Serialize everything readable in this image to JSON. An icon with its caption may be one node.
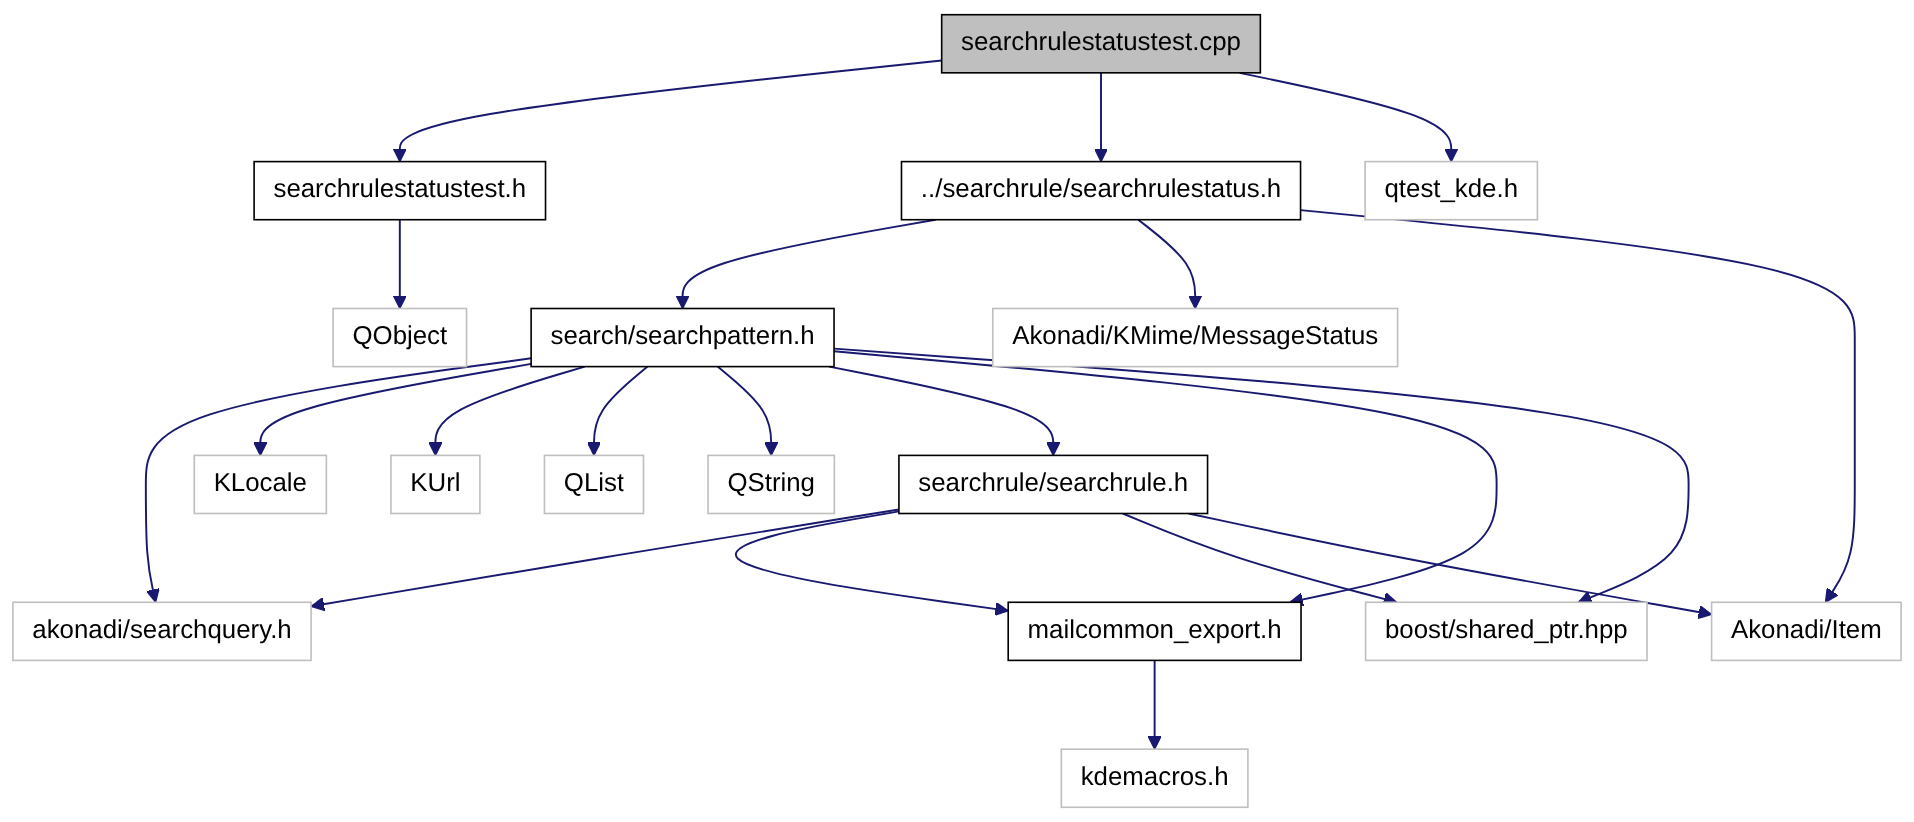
{
  "diagram": {
    "nodes": [
      {
        "text": [
          "searchrulestatustest.cpp"
        ]
      },
      {
        "text": [
          "searchrulestatustest.h"
        ]
      },
      {
        "text": [
          "../searchrule/searchrulestatus.h"
        ]
      },
      {
        "text": [
          "qtest_kde.h"
        ]
      },
      {
        "text": [
          "QObject"
        ]
      },
      {
        "text": [
          "search/searchpattern.h"
        ]
      },
      {
        "text": [
          "Akonadi/KMime/MessageStatus"
        ]
      },
      {
        "text": [
          "KLocale"
        ]
      },
      {
        "text": [
          "KUrl"
        ]
      },
      {
        "text": [
          "QList"
        ]
      },
      {
        "text": [
          "QString"
        ]
      },
      {
        "text": [
          "searchrule/searchrule.h"
        ]
      },
      {
        "text": [
          "akonadi/searchquery.h"
        ]
      },
      {
        "text": [
          "mailcommon_export.h"
        ]
      },
      {
        "text": [
          "boost/shared_ptr.hpp"
        ]
      },
      {
        "text": [
          "Akonadi/Item"
        ]
      },
      {
        "text": [
          "kdemacros.h"
        ]
      }
    ],
    "edges": [
      {
        "from": 0,
        "to": 1,
        "arrow": "to"
      },
      {
        "from": 0,
        "to": 2,
        "arrow": "to"
      },
      {
        "from": 0,
        "to": 3,
        "arrow": "to"
      },
      {
        "from": 1,
        "to": 4,
        "arrow": "to"
      },
      {
        "from": 2,
        "to": 5,
        "arrow": "to"
      },
      {
        "from": 2,
        "to": 6,
        "arrow": "to"
      },
      {
        "from": 2,
        "to": 15,
        "arrow": "to"
      },
      {
        "from": 5,
        "to": 12,
        "arrow": "to"
      },
      {
        "from": 5,
        "to": 7,
        "arrow": "to"
      },
      {
        "from": 5,
        "to": 8,
        "arrow": "to"
      },
      {
        "from": 5,
        "to": 9,
        "arrow": "to"
      },
      {
        "from": 5,
        "to": 10,
        "arrow": "to"
      },
      {
        "from": 5,
        "to": 11,
        "arrow": "to"
      },
      {
        "from": 5,
        "to": 13,
        "arrow": "to"
      },
      {
        "from": 5,
        "to": 14,
        "arrow": "to"
      },
      {
        "from": 11,
        "to": 12,
        "arrow": "to"
      },
      {
        "from": 11,
        "to": 13,
        "arrow": "to"
      },
      {
        "from": 11,
        "to": 14,
        "arrow": "to"
      },
      {
        "from": 11,
        "to": 15,
        "arrow": "to"
      },
      {
        "from": 13,
        "to": 16,
        "arrow": "to"
      }
    ]
  }
}
